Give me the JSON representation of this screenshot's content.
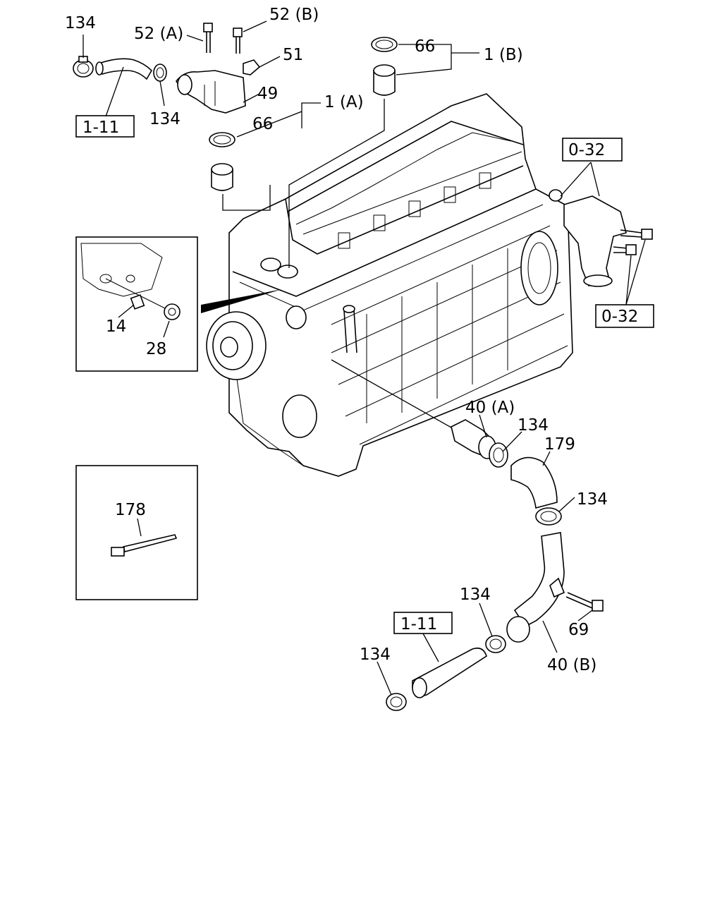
{
  "labels": {
    "l134_top": "134",
    "l52a": "52 (A)",
    "l52b": "52 (B)",
    "l51": "51",
    "l49": "49",
    "l134_hose": "134",
    "l66_right": "66",
    "l1b": "1 (B)",
    "l66_left": "66",
    "l1a": "1 (A)",
    "ref_1_11_top": "1-11",
    "ref_0_32_top": "0-32",
    "ref_0_32_bottom": "0-32",
    "l14": "14",
    "l28": "28",
    "l178": "178",
    "l40a": "40 (A)",
    "l134_mid": "134",
    "l179": "179",
    "l134_right": "134",
    "l69": "69",
    "l40b": "40 (B)",
    "l134_lower": "134",
    "l134_bottom": "134",
    "ref_1_11_bottom": "1-11"
  }
}
